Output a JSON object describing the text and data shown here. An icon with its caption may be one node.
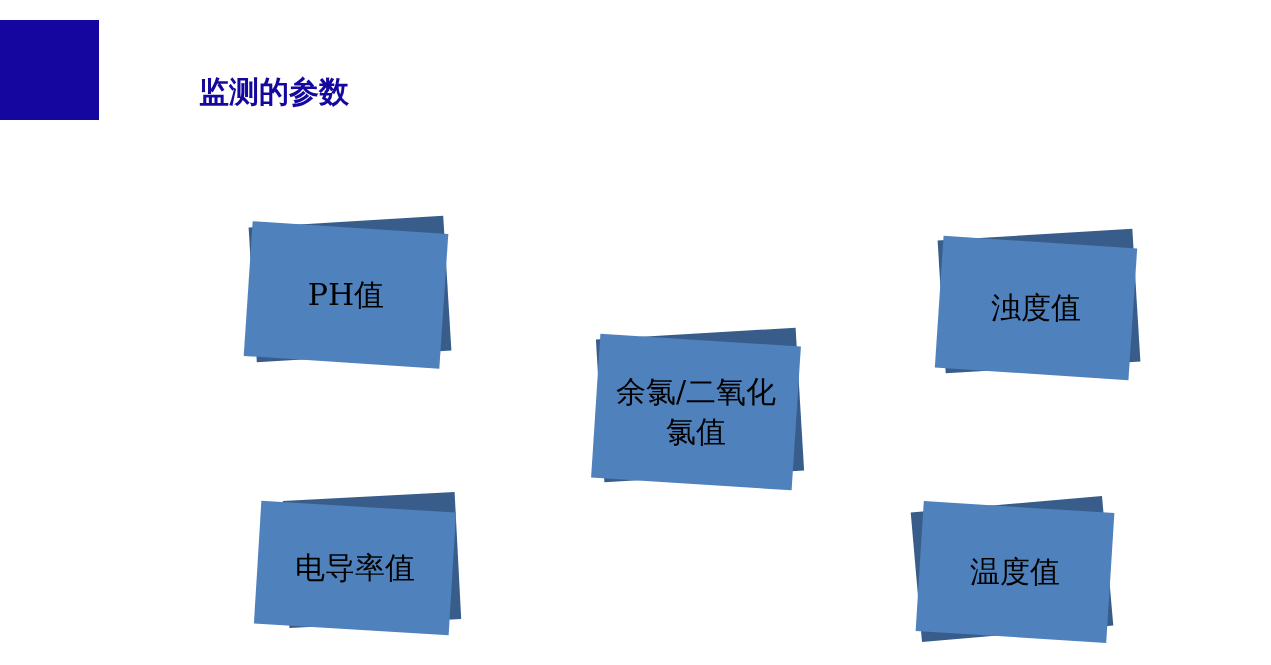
{
  "diagram": {
    "title": "监测的参数",
    "nodes": [
      {
        "text": [
          "PH值"
        ]
      },
      {
        "text": [
          "浊度值"
        ]
      },
      {
        "text": [
          "余氯/二氧化氯值"
        ]
      },
      {
        "text": [
          "电导率值"
        ]
      },
      {
        "text": [
          "温度值"
        ]
      }
    ]
  }
}
